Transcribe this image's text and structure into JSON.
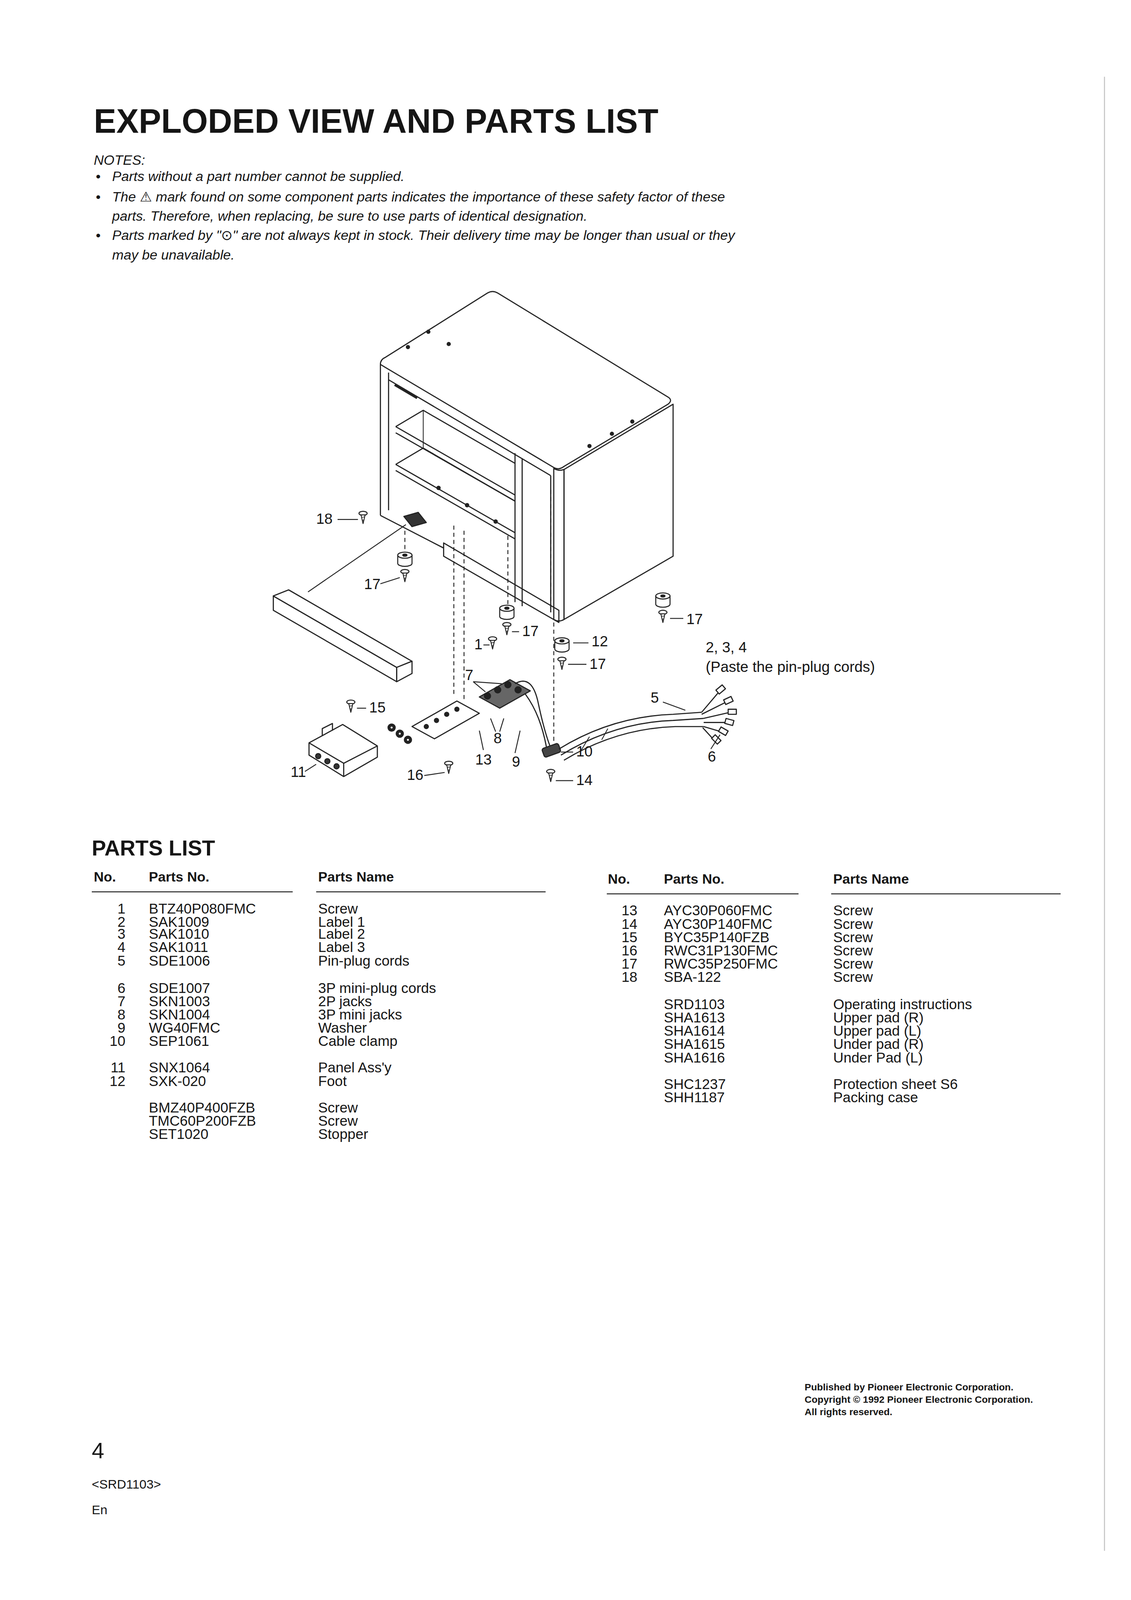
{
  "diagram": {
    "title": "EXPLODED VIEW AND PARTS LIST",
    "labels": [
      "NOTES:",
      "•",
      "Parts without a part number cannot be supplied.",
      "•",
      "The ⚠ mark found on some component parts indicates the importance of these safety factor of these parts. Therefore, when replacing, be sure to use parts of identical designation.",
      "•",
      "Parts marked by \"⊙\" are not always kept in stock. Their delivery time may be longer than usual or they may be unavailable.",
      "18",
      "17",
      "17",
      "1",
      "12",
      "17",
      "17",
      "2, 3, 4",
      "(Paste the pin-plug cords)",
      "7",
      "5",
      "15",
      "8",
      "13",
      "9",
      "10",
      "6",
      "11",
      "16",
      "14",
      "PARTS LIST",
      "No.",
      "Parts No.",
      "Parts Name",
      "1",
      "BTZ40P080FMC",
      "Screw",
      "2",
      "SAK1009",
      "Label 1",
      "3",
      "SAK1010",
      "Label 2",
      "4",
      "SAK1011",
      "Label 3",
      "5",
      "SDE1006",
      "Pin-plug cords",
      "6",
      "SDE1007",
      "3P mini-plug cords",
      "7",
      "SKN1003",
      "2P jacks",
      "8",
      "SKN1004",
      "3P mini jacks",
      "9",
      "WG40FMC",
      "Washer",
      "10",
      "SEP1061",
      "Cable clamp",
      "11",
      "SNX1064",
      "Panel Ass'y",
      "12",
      "SXK-020",
      "Foot",
      "BMZ40P400FZB",
      "Screw",
      "TMC60P200FZB",
      "Screw",
      "SET1020",
      "Stopper",
      "No.",
      "Parts No.",
      "Parts Name",
      "13",
      "AYC30P060FMC",
      "Screw",
      "14",
      "AYC30P140FMC",
      "Screw",
      "15",
      "BYC35P140FZB",
      "Screw",
      "16",
      "RWC31P130FMC",
      "Screw",
      "17",
      "RWC35P250FMC",
      "Screw",
      "18",
      "SBA-122",
      "Screw",
      "SRD1103",
      "Operating instructions",
      "SHA1613",
      "Upper pad (R)",
      "SHA1614",
      "Upper pad (L)",
      "SHA1615",
      "Under pad (R)",
      "SHA1616",
      "Under Pad (L)",
      "SHC1237",
      "Protection sheet S6",
      "SHH1187",
      "Packing case",
      "Published by Pioneer Electronic Corporation.",
      "Copyright © 1992 Pioneer Electronic Corporation.",
      "All rights reserved.",
      "4",
      "<SRD1103>",
      "En"
    ]
  }
}
